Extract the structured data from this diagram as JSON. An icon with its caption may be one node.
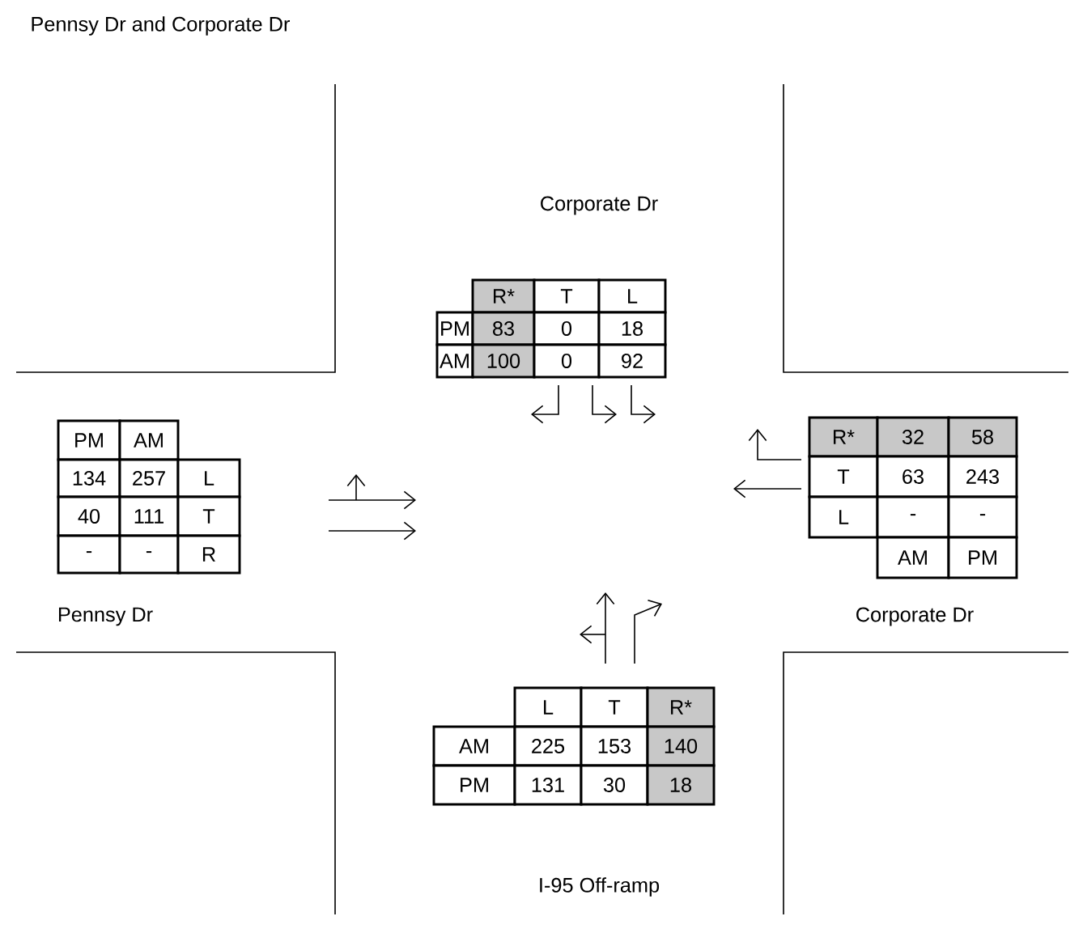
{
  "diagram": {
    "title": "Pennsy Dr and Corporate Dr",
    "labels": [
      "Corporate Dr",
      "R*",
      "T",
      "L",
      "PM",
      "83",
      "0",
      "18",
      "AM",
      "100",
      "0",
      "92",
      "PM",
      "AM",
      "134",
      "257",
      "L",
      "40",
      "111",
      "T",
      "-",
      "-",
      "R",
      "Pennsy Dr",
      "R*",
      "32",
      "58",
      "T",
      "63",
      "243",
      "L",
      "-",
      "-",
      "AM",
      "PM",
      "Corporate Dr",
      "L",
      "T",
      "R*",
      "AM",
      "225",
      "153",
      "140",
      "PM",
      "131",
      "30",
      "18",
      "I-95 Off-ramp"
    ]
  }
}
